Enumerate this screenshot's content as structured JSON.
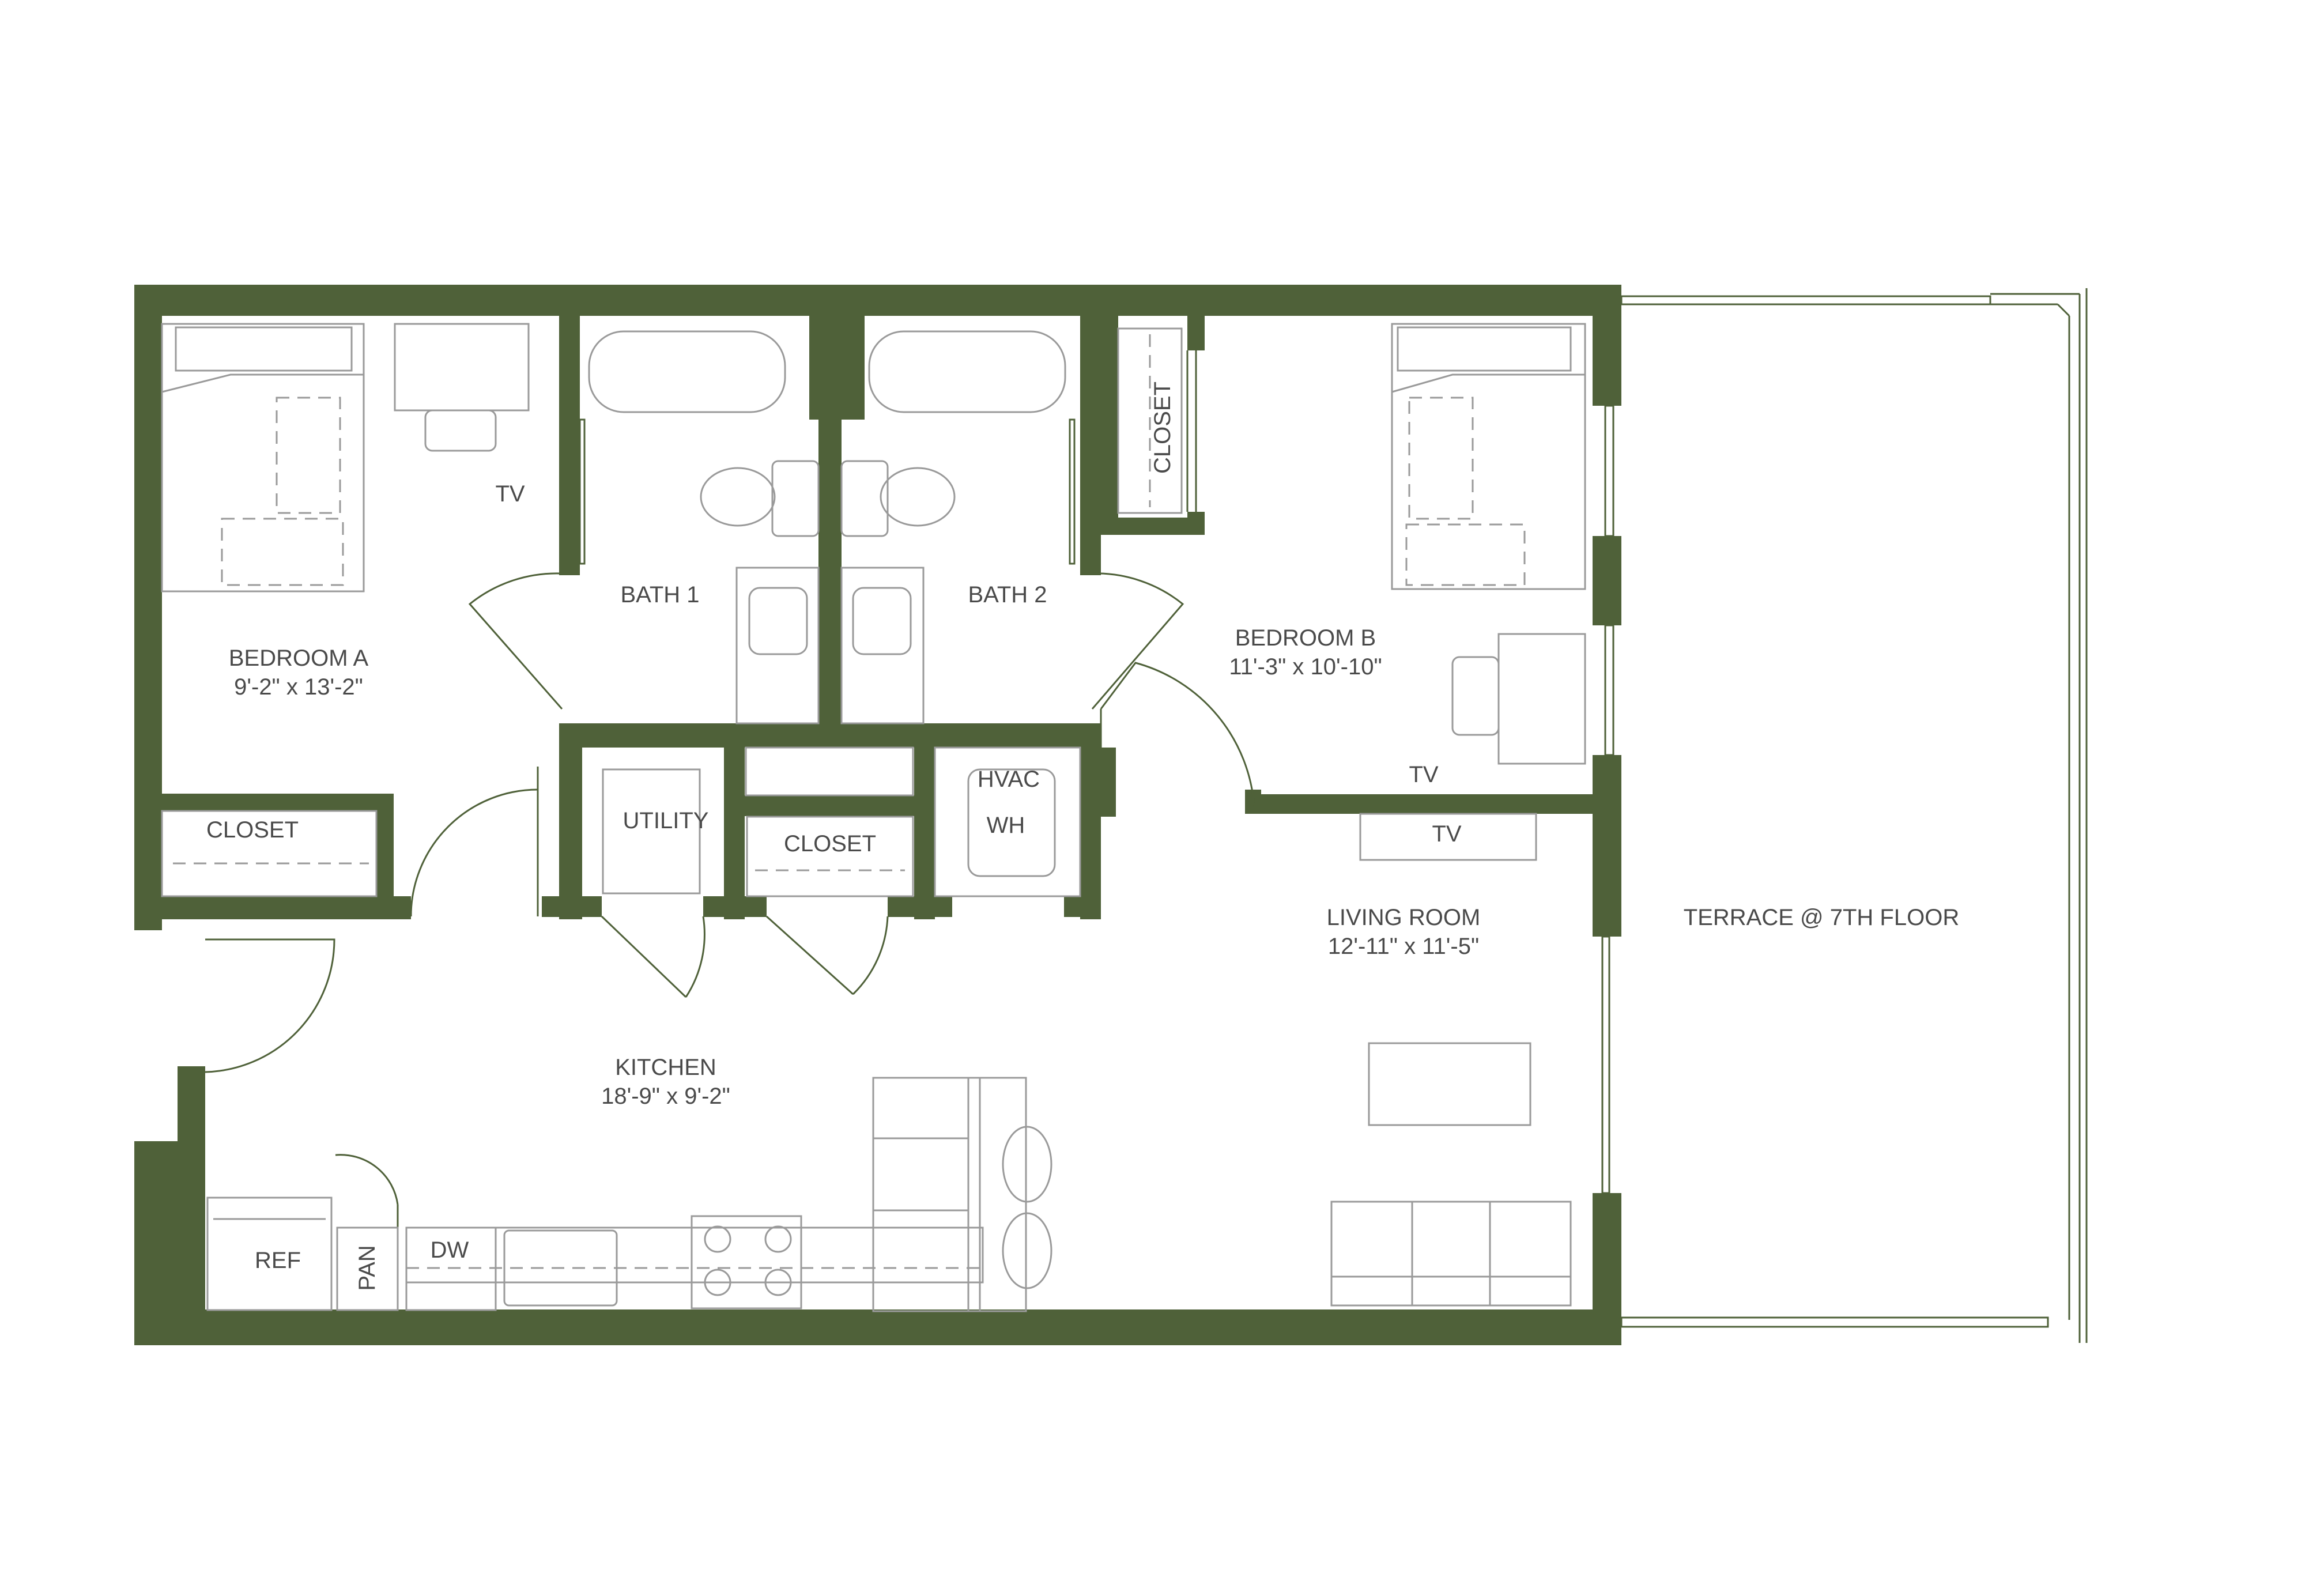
{
  "rooms": {
    "bedroom_a": {
      "name": "BEDROOM A",
      "dims": "9'-2\" x 13'-2\""
    },
    "bedroom_b": {
      "name": "BEDROOM B",
      "dims": "11'-3\" x 10'-10\""
    },
    "bath_1": {
      "name": "BATH 1"
    },
    "bath_2": {
      "name": "BATH 2"
    },
    "kitchen": {
      "name": "KITCHEN",
      "dims": "18'-9\" x 9'-2\""
    },
    "living_room": {
      "name": "LIVING ROOM",
      "dims": "12'-11\" x 11'-5\""
    },
    "terrace": {
      "name": "TERRACE @ 7TH FLOOR"
    }
  },
  "labels": {
    "closet_a": "CLOSET",
    "closet_b": "CLOSET",
    "closet_hall": "CLOSET",
    "utility": "UTILITY",
    "hvac": "HVAC",
    "wh": "WH",
    "tv_a": "TV",
    "tv_b": "TV",
    "tv_living": "TV",
    "ref": "REF",
    "pan": "PAN",
    "dw": "DW"
  },
  "colors": {
    "wall": "#4f6139",
    "fixture": "#9a9a9a",
    "text": "#4a4a4a"
  }
}
